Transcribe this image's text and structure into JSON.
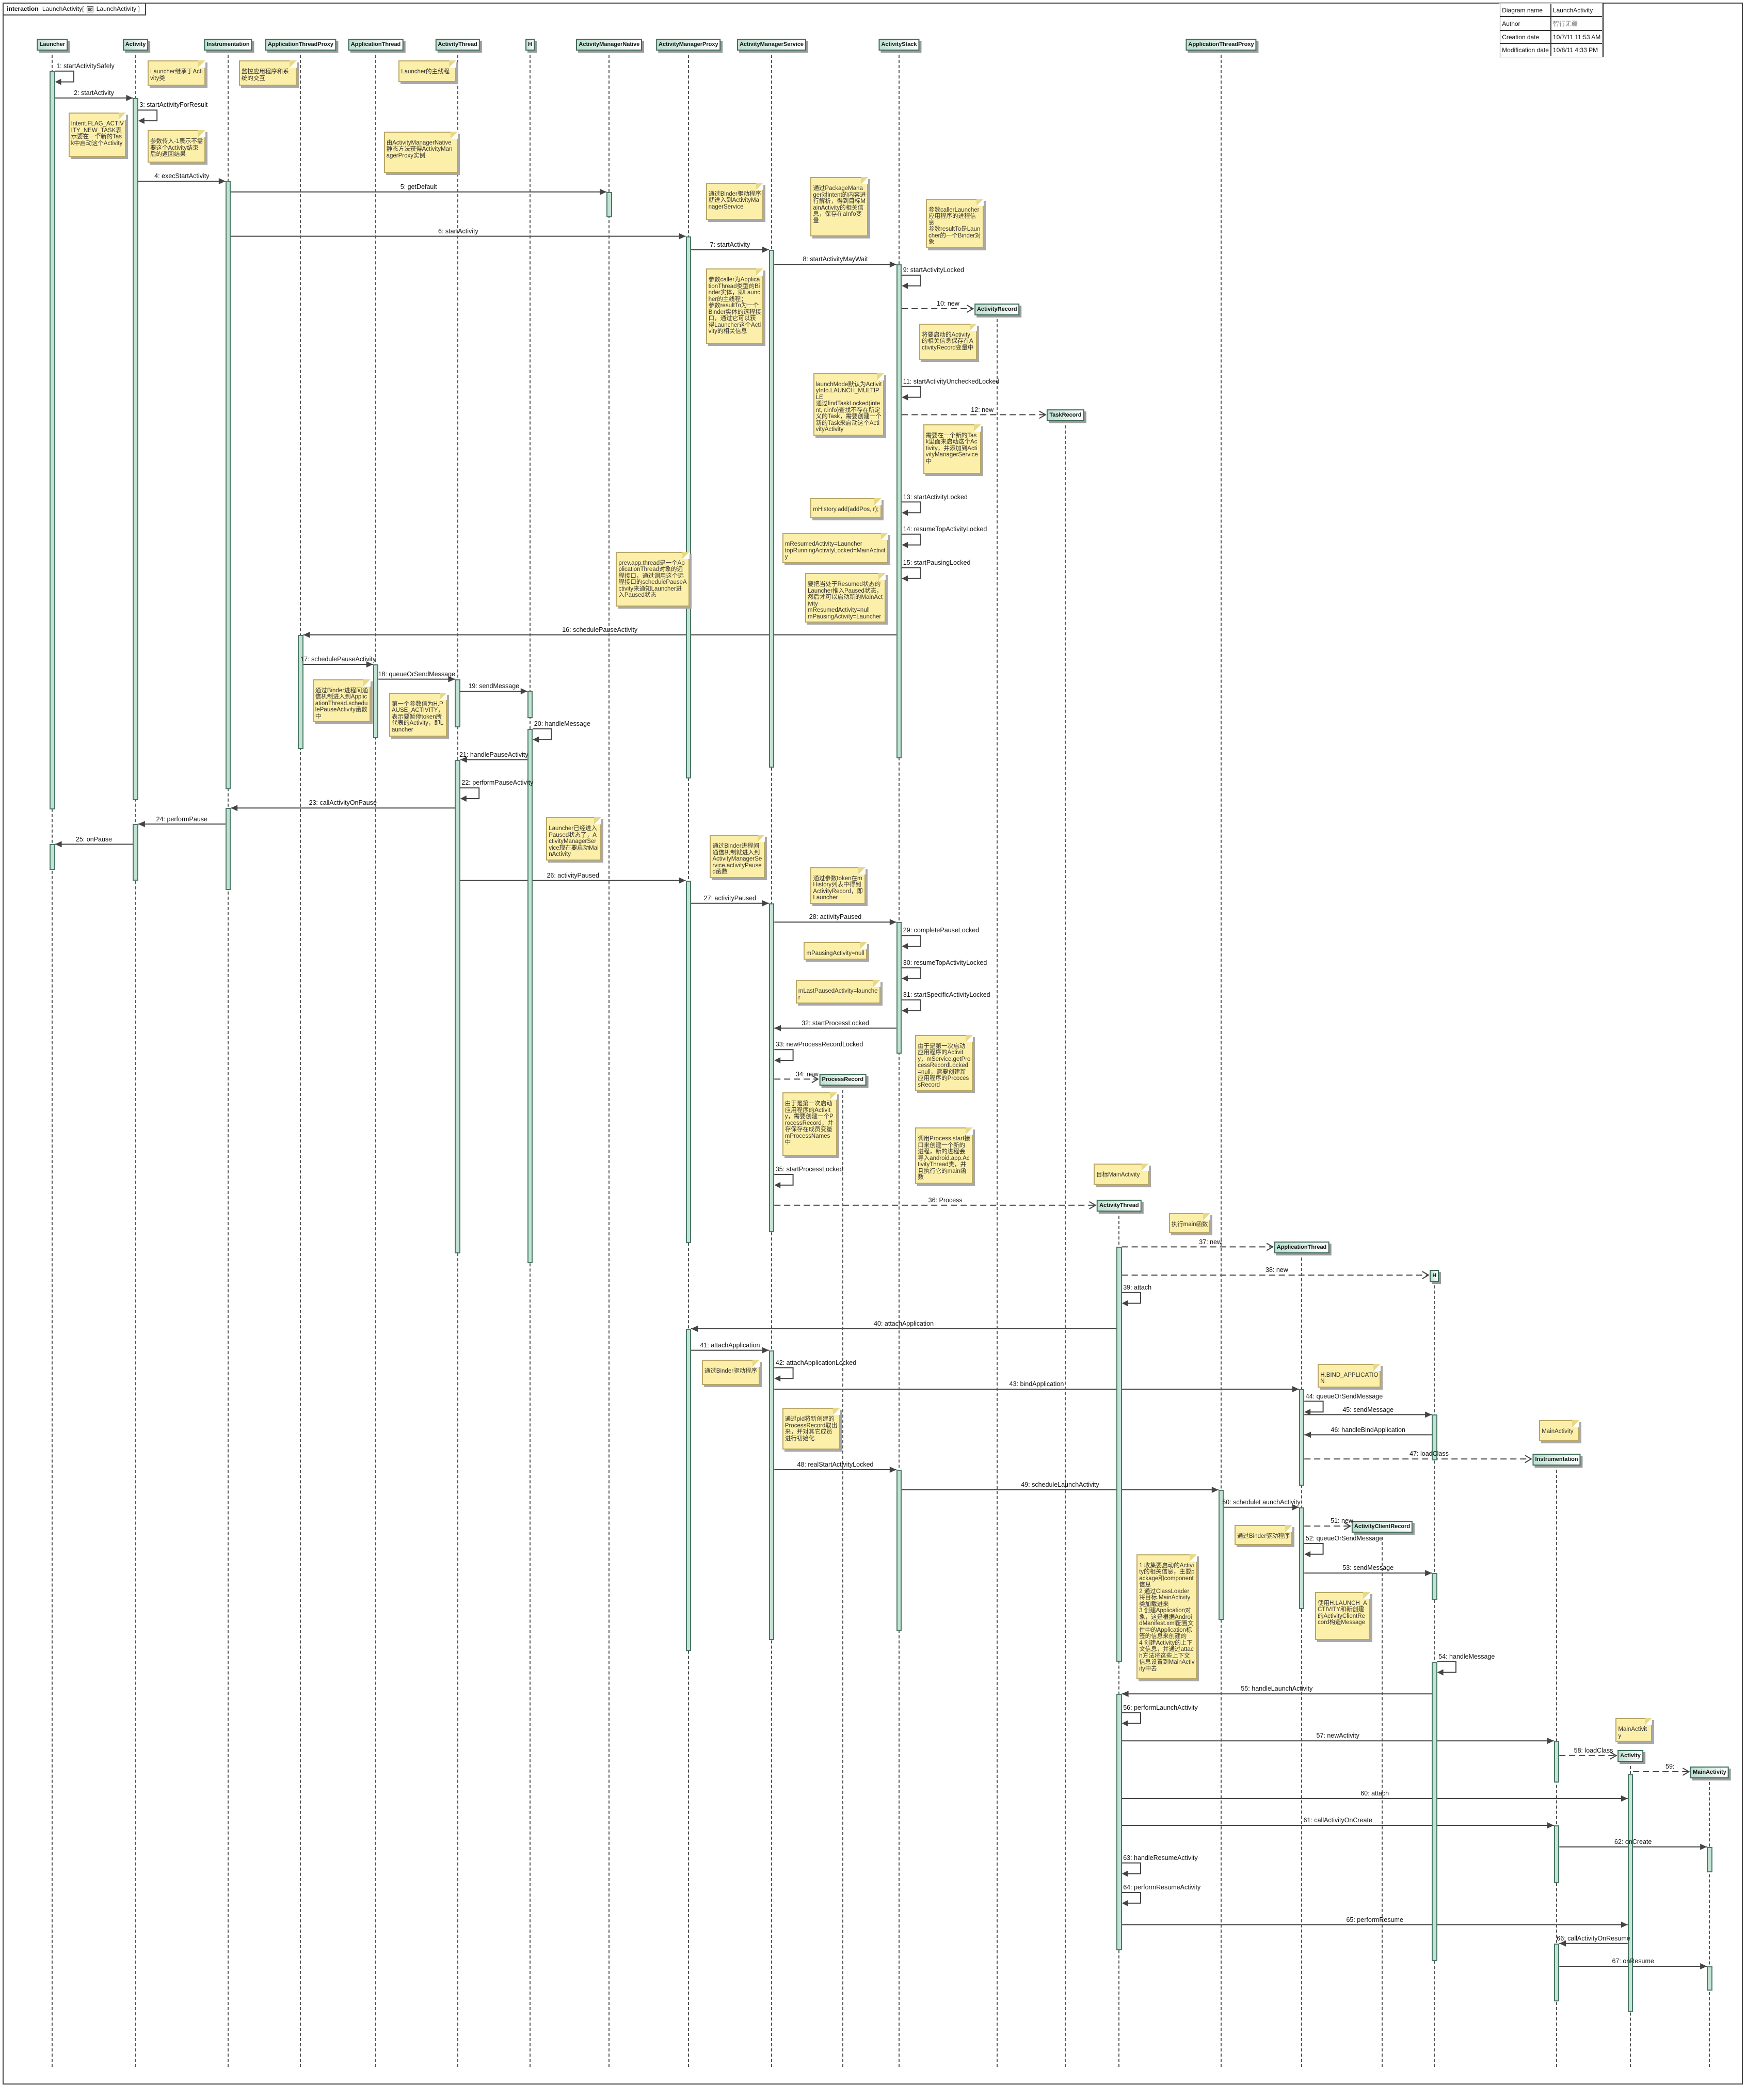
{
  "frame": {
    "keyword": "interaction",
    "name": "LaunchActivity[",
    "icon": "sd",
    "ref": "LaunchActivity ]"
  },
  "info_table": [
    {
      "label": "Diagram name",
      "value": "LaunchActivity"
    },
    {
      "label": "Author",
      "value": "智行无疆"
    },
    {
      "label": "Creation date",
      "value": "10/7/11 11:53 AM"
    },
    {
      "label": "Modification date",
      "value": "10/8/11 4:33 PM"
    }
  ],
  "lifelines": [
    {
      "id": "launcher",
      "name": "Launcher"
    },
    {
      "id": "activity",
      "name": "Activity"
    },
    {
      "id": "instr",
      "name": "Instrumentation"
    },
    {
      "id": "atp",
      "name": "ApplicationThreadProxy"
    },
    {
      "id": "appthread",
      "name": "ApplicationThread"
    },
    {
      "id": "actthread",
      "name": "ActivityThread"
    },
    {
      "id": "h",
      "name": "H"
    },
    {
      "id": "amn",
      "name": "ActivityManagerNative"
    },
    {
      "id": "amp",
      "name": "ActivityManagerProxy"
    },
    {
      "id": "ams",
      "name": "ActivityManagerService"
    },
    {
      "id": "astack",
      "name": "ActivityStack"
    },
    {
      "id": "arecord",
      "name": "ActivityRecord"
    },
    {
      "id": "trecord",
      "name": "TaskRecord"
    },
    {
      "id": "precord",
      "name": "ProcessRecord"
    },
    {
      "id": "actthread2",
      "name": "ActivityThread"
    },
    {
      "id": "atp2",
      "name": "ApplicationThreadProxy"
    },
    {
      "id": "appthread2",
      "name": "ApplicationThread"
    },
    {
      "id": "h2",
      "name": "H"
    },
    {
      "id": "acr",
      "name": "ActivityClientRecord"
    },
    {
      "id": "instr2",
      "name": "Instrumentation"
    },
    {
      "id": "activity2",
      "name": "Activity"
    },
    {
      "id": "mainactivity",
      "name": "MainActivity"
    }
  ],
  "messages": [
    {
      "label": "1: startActivitySafely",
      "from": "launcher",
      "to": "launcher",
      "kind": "self"
    },
    {
      "label": "2: startActivity",
      "from": "launcher",
      "to": "activity",
      "kind": "sync"
    },
    {
      "label": "3: startActivityForResult",
      "from": "activity",
      "to": "activity",
      "kind": "self"
    },
    {
      "label": "4: execStartActivity",
      "from": "activity",
      "to": "instr",
      "kind": "sync"
    },
    {
      "label": "5: getDefault",
      "from": "instr",
      "to": "amn",
      "kind": "sync"
    },
    {
      "label": "6: startActivity",
      "from": "instr",
      "to": "amp",
      "kind": "sync"
    },
    {
      "label": "7: startActivity",
      "from": "amp",
      "to": "ams",
      "kind": "sync"
    },
    {
      "label": "8: startActivityMayWait",
      "from": "ams",
      "to": "astack",
      "kind": "sync"
    },
    {
      "label": "9: startActivityLocked",
      "from": "astack",
      "to": "astack",
      "kind": "self"
    },
    {
      "label": "10: new",
      "from": "astack",
      "to": "arecord",
      "kind": "create"
    },
    {
      "label": "11: startActivityUncheckedLocked",
      "from": "astack",
      "to": "astack",
      "kind": "self"
    },
    {
      "label": "12: new",
      "from": "astack",
      "to": "trecord",
      "kind": "create"
    },
    {
      "label": "13: startActivityLocked",
      "from": "astack",
      "to": "astack",
      "kind": "self"
    },
    {
      "label": "14: resumeTopActivityLocked",
      "from": "astack",
      "to": "astack",
      "kind": "self"
    },
    {
      "label": "15: startPausingLocked",
      "from": "astack",
      "to": "astack",
      "kind": "self"
    },
    {
      "label": "16: schedulePauseActivity",
      "from": "astack",
      "to": "atp",
      "kind": "sync"
    },
    {
      "label": "17: schedulePauseActivity",
      "from": "atp",
      "to": "appthread",
      "kind": "sync"
    },
    {
      "label": "18: queueOrSendMessage",
      "from": "appthread",
      "to": "actthread",
      "kind": "sync"
    },
    {
      "label": "19: sendMessage",
      "from": "actthread",
      "to": "h",
      "kind": "sync"
    },
    {
      "label": "20: handleMessage",
      "from": "h",
      "to": "h",
      "kind": "self"
    },
    {
      "label": "21: handlePauseActivity",
      "from": "h",
      "to": "actthread",
      "kind": "sync"
    },
    {
      "label": "22: performPauseActivity",
      "from": "actthread",
      "to": "actthread",
      "kind": "self"
    },
    {
      "label": "23: callActivityOnPause",
      "from": "actthread",
      "to": "instr",
      "kind": "sync"
    },
    {
      "label": "24: performPause",
      "from": "instr",
      "to": "activity",
      "kind": "sync"
    },
    {
      "label": "25: onPause",
      "from": "activity",
      "to": "launcher",
      "kind": "sync"
    },
    {
      "label": "26: activityPaused",
      "from": "actthread",
      "to": "amp",
      "kind": "sync"
    },
    {
      "label": "27: activityPaused",
      "from": "amp",
      "to": "ams",
      "kind": "sync"
    },
    {
      "label": "28: activityPaused",
      "from": "ams",
      "to": "astack",
      "kind": "sync"
    },
    {
      "label": "29: completePauseLocked",
      "from": "astack",
      "to": "astack",
      "kind": "self"
    },
    {
      "label": "30: resumeTopActivityLocked",
      "from": "astack",
      "to": "astack",
      "kind": "self"
    },
    {
      "label": "31: startSpecificActivityLocked",
      "from": "astack",
      "to": "astack",
      "kind": "self"
    },
    {
      "label": "32: startProcessLocked",
      "from": "astack",
      "to": "ams",
      "kind": "sync"
    },
    {
      "label": "33: newProcessRecordLocked",
      "from": "ams",
      "to": "ams",
      "kind": "self"
    },
    {
      "label": "34: new",
      "from": "ams",
      "to": "precord",
      "kind": "create"
    },
    {
      "label": "35: startProcessLocked",
      "from": "ams",
      "to": "ams",
      "kind": "self"
    },
    {
      "label": "36: Process",
      "from": "ams",
      "to": "actthread2",
      "kind": "create"
    },
    {
      "label": "37: new",
      "from": "actthread2",
      "to": "appthread2",
      "kind": "create"
    },
    {
      "label": "38: new",
      "from": "actthread2",
      "to": "h2",
      "kind": "create"
    },
    {
      "label": "39: attach",
      "from": "actthread2",
      "to": "actthread2",
      "kind": "self"
    },
    {
      "label": "40: attachApplication",
      "from": "actthread2",
      "to": "amp",
      "kind": "sync"
    },
    {
      "label": "41: attachApplication",
      "from": "amp",
      "to": "ams",
      "kind": "sync"
    },
    {
      "label": "42: attachApplicationLocked",
      "from": "ams",
      "to": "ams",
      "kind": "self"
    },
    {
      "label": "43: bindApplication",
      "from": "ams",
      "to": "appthread2",
      "kind": "sync"
    },
    {
      "label": "44: queueOrSendMessage",
      "from": "appthread2",
      "to": "appthread2",
      "kind": "self"
    },
    {
      "label": "45: sendMessage",
      "from": "appthread2",
      "to": "h2",
      "kind": "sync"
    },
    {
      "label": "46: handleBindApplication",
      "from": "h2",
      "to": "appthread2",
      "kind": "sync"
    },
    {
      "label": "47: loadClass",
      "from": "appthread2",
      "to": "instr2",
      "kind": "create"
    },
    {
      "label": "48: realStartActivityLocked",
      "from": "ams",
      "to": "astack",
      "kind": "sync"
    },
    {
      "label": "49: scheduleLaunchActivity",
      "from": "astack",
      "to": "atp2",
      "kind": "sync"
    },
    {
      "label": "50: scheduleLaunchActivity",
      "from": "atp2",
      "to": "appthread2",
      "kind": "sync"
    },
    {
      "label": "51: new",
      "from": "appthread2",
      "to": "acr",
      "kind": "create"
    },
    {
      "label": "52: queueOrSendMessage",
      "from": "appthread2",
      "to": "appthread2",
      "kind": "self"
    },
    {
      "label": "53: sendMessage",
      "from": "appthread2",
      "to": "h2",
      "kind": "sync"
    },
    {
      "label": "54: handleMessage",
      "from": "h2",
      "to": "h2",
      "kind": "self"
    },
    {
      "label": "55: handleLaunchActivity",
      "from": "h2",
      "to": "actthread2",
      "kind": "sync"
    },
    {
      "label": "56: performLaunchActivity",
      "from": "actthread2",
      "to": "actthread2",
      "kind": "self"
    },
    {
      "label": "57: newActivity",
      "from": "actthread2",
      "to": "instr2",
      "kind": "sync"
    },
    {
      "label": "58: loadClass",
      "from": "instr2",
      "to": "activity2",
      "kind": "create"
    },
    {
      "label": "59:",
      "from": "activity2",
      "to": "mainactivity",
      "kind": "create"
    },
    {
      "label": "60: attach",
      "from": "actthread2",
      "to": "activity2",
      "kind": "sync"
    },
    {
      "label": "61: callActivityOnCreate",
      "from": "actthread2",
      "to": "instr2",
      "kind": "sync"
    },
    {
      "label": "62: onCreate",
      "from": "instr2",
      "to": "mainactivity",
      "kind": "sync"
    },
    {
      "label": "63: handleResumeActivity",
      "from": "actthread2",
      "to": "actthread2",
      "kind": "self"
    },
    {
      "label": "64: performResumeActivity",
      "from": "actthread2",
      "to": "actthread2",
      "kind": "self"
    },
    {
      "label": "65: performResume",
      "from": "actthread2",
      "to": "activity2",
      "kind": "sync"
    },
    {
      "label": "66: callActivityOnResume",
      "from": "activity2",
      "to": "instr2",
      "kind": "sync"
    },
    {
      "label": "67: onResume",
      "from": "instr2",
      "to": "mainactivity",
      "kind": "sync"
    }
  ],
  "notes": [
    "Launcher继承于Activity类",
    "监控应用程序和系统的交互",
    "Launcher的主线程",
    "Intent.FLAG_ACTIVITY_NEW_TASK表示要在一个新的Task中启动这个Activity",
    "参数传入-1表示不需要这个Activity结束后的返回结果",
    "由ActivityManagerNative静态方法获得ActivityManagerProxy实例",
    "通过Binder驱动程序就进入到ActivityManagerService",
    "通过PackageManager对intent的内容进行解析，得到目标MainActivity的相关信息，保存在aInfo变量",
    "参数callerLauncher应用程序的进程信息\n参数resultTo是Launcher的一个Binder对象",
    "参数caller为ApplicationThread类型的Binder实体，即Launcher的主线程；\n参数resultTo为一个Binder实体的远程接口，通过它可以获得Launcher这个Activity的相关信息",
    "将要启动的Activity的相关信息保存在ActivityRecord变量中",
    "launchMode默认为ActivityInfo.LAUNCH_MULTIPLE\n通过findTaskLocked(intent, r.info)查找不存在所定义的Task，需要创建一个新的Task来启动这个ActivityActivity",
    "需要在一个新的Task里面来启动这个Activity，并添加到ActivityManagerService中",
    "mHistory.add(addPos, r);",
    "mResumedActivity=Launcher\ntopRunningActivityLocked=MainActivity",
    "要把当处于Resumed状态的Launcher推入Paused状态，然后才可以启动新的MainActivity\nmResumedActivity=null\nmPausingActivity=Launcher",
    "prev.app.thread是一个ApplicationThread对象的远程接口，通过调用这个远程接口的schedulePauseActivity来通知Launcher进入Paused状态",
    "通过Binder进程间通信机制进入到ApplicationThread.schedulePauseActivity函数中",
    "第一个参数值为H.PAUSE_ACTIVITY，表示要暂停token所代表的Activity，即Launcher",
    "Launcher已经进入Paused状态了，ActivityManagerService现在要启动MainActivity",
    "通过Binder进程间通信机制就进入到ActivityManagerService.activityPaused函数",
    "通过参数token在mHistory列表中得到ActivityRecord，即Launcher",
    "mPausingActivity=null",
    "mLastPausedActivity=launcher",
    "由于是第一次启动应用程序的Activity，mService.getProcessRecordLocked=null，需要创建新应用程序的PrcocessRecord",
    "由于是第一次启动应用程序的Activity，需要创建一个ProcessRecord，并存保存在成员变量mProcessNames中",
    "调用Process.start接口来创建一个新的进程，新的进程会导入android.app.ActivityThread类，并且执行它的main函数",
    "目标MainActivity",
    "执行main函数",
    "H.BIND_APPLICATION",
    "通过Binder驱动程序",
    "通过pid将新创建的ProcessRecord取出来，并对其它成员进行初始化",
    "MainActivity",
    "通过Binder驱动程序",
    "1 收集要启动的Activity的相关信息，主要package和component信息\n2 通过ClassLoader将目标.MainActivity类加载进来\n3 创建Application对象，这是根据AndroidManifest.xml配置文件中的Application标签的信息来创建的\n4 创建Activity的上下文信息，并通过attach方法将这些上下文信息设置到MainActivity中去",
    "使用H.LAUNCH_ACTIVITY和新创建的ActivityClientRecord构造Message",
    "MainActivity"
  ],
  "colors": {
    "activation": "#c3e4d5",
    "note": "#fcefaa",
    "head_from": "#bfe0d2",
    "line": "#444444"
  }
}
